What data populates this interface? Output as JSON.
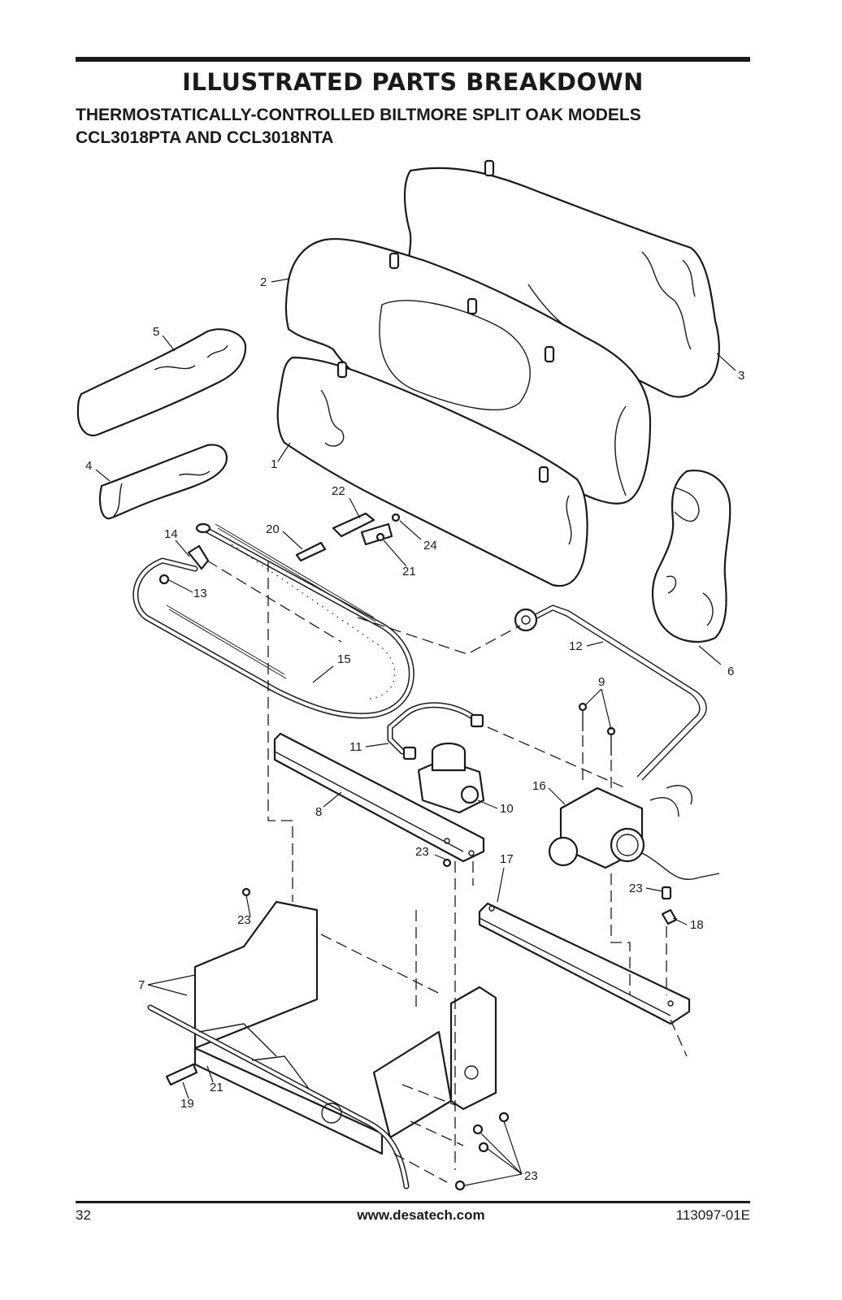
{
  "page": {
    "title": "ILLUSTRATED PARTS BREAKDOWN",
    "subtitle_line1": "THERMOSTATICALLY-CONTROLLED BILTMORE SPLIT OAK MODELS",
    "subtitle_line2": "CCL3018PTA AND CCL3018NTA"
  },
  "footer": {
    "page_number": "32",
    "website": "www.desatech.com",
    "document_number": "113097-01E"
  },
  "callouts": {
    "c1": "1",
    "c2": "2",
    "c3": "3",
    "c4": "4",
    "c5": "5",
    "c6": "6",
    "c7": "7",
    "c8": "8",
    "c9": "9",
    "c10": "10",
    "c11": "11",
    "c12": "12",
    "c13": "13",
    "c14": "14",
    "c15": "15",
    "c16": "16",
    "c17": "17",
    "c18": "18",
    "c19": "19",
    "c20": "20",
    "c21a": "21",
    "c21b": "21",
    "c22": "22",
    "c23a": "23",
    "c23b": "23",
    "c23c": "23",
    "c23d": "23",
    "c24": "24"
  }
}
